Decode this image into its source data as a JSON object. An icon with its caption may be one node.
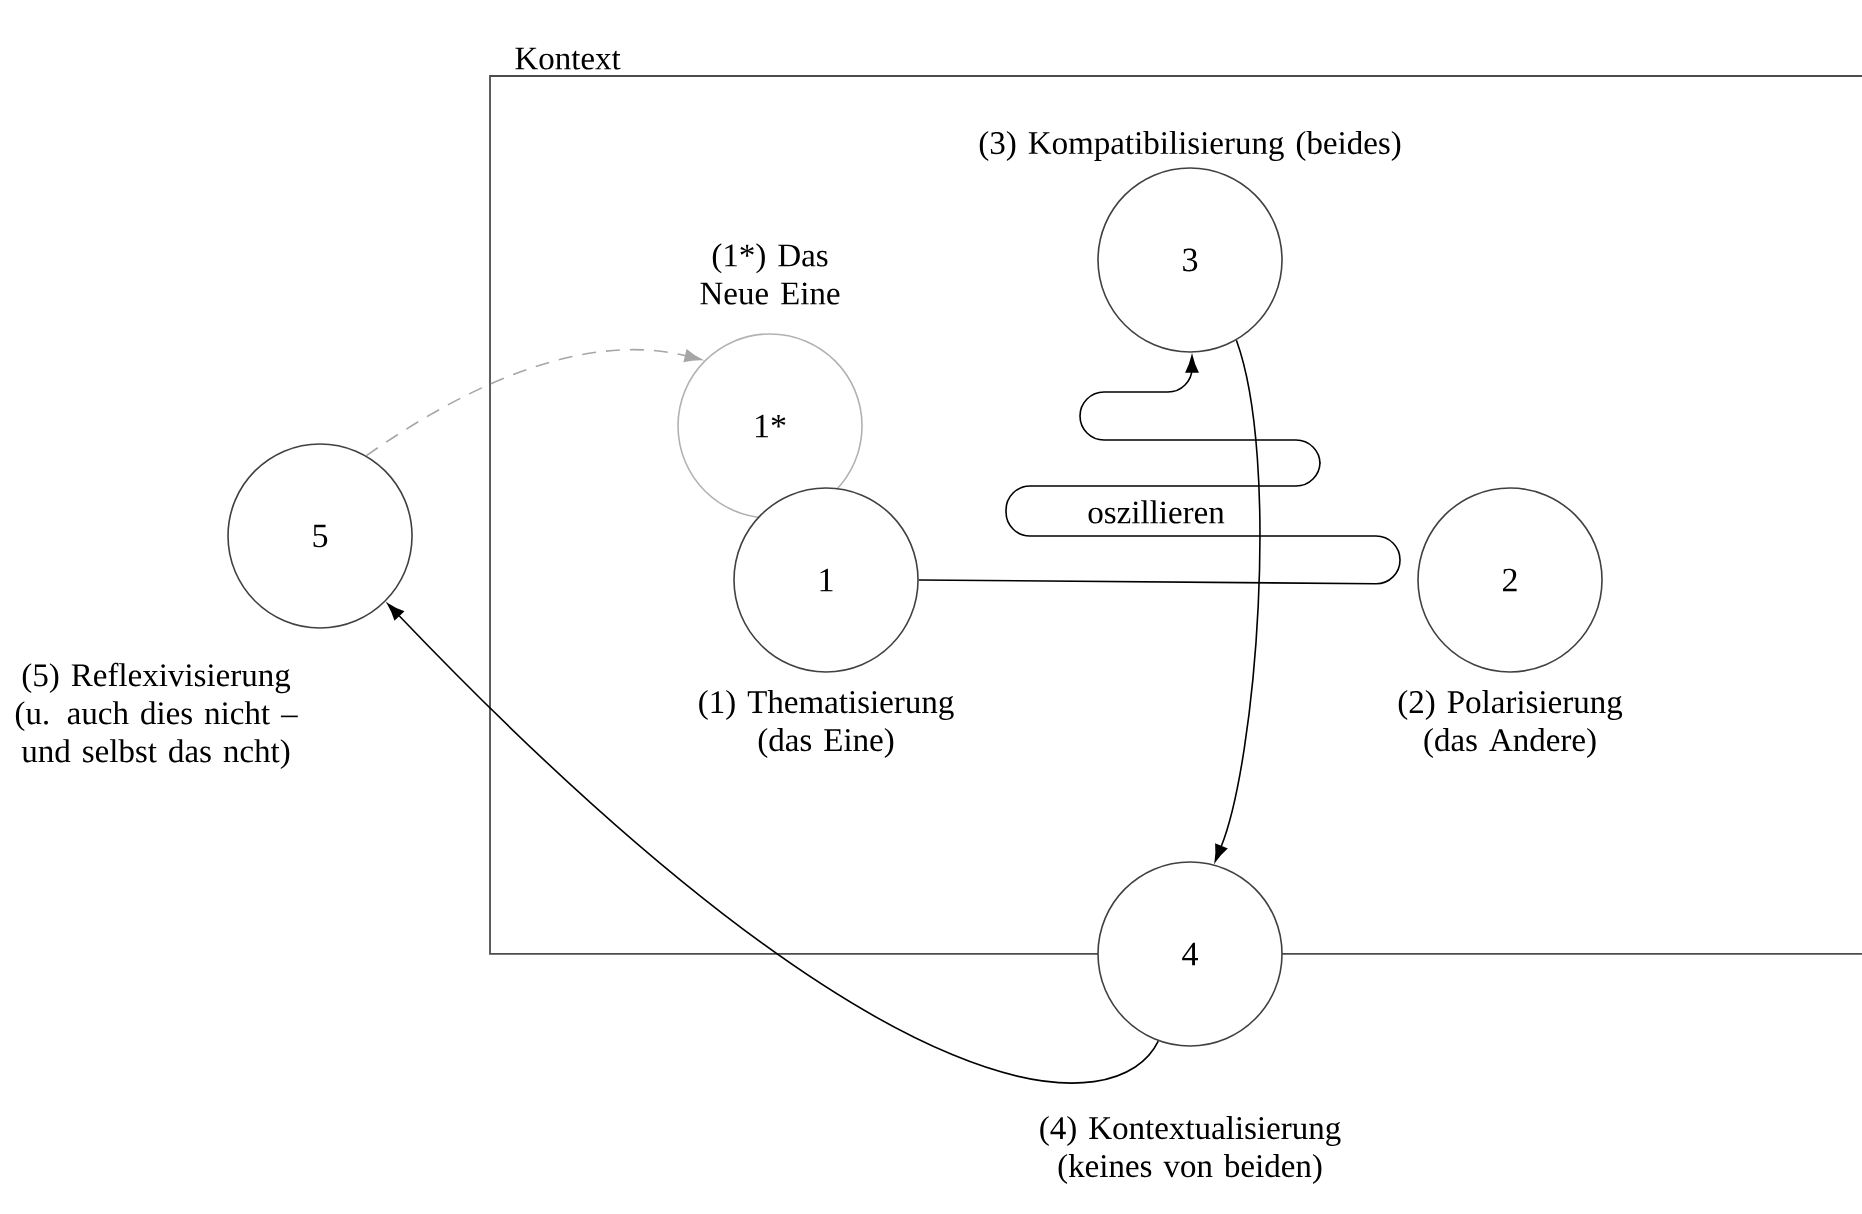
{
  "diagram": {
    "nodes": [
      {
        "text": [
          "Kontext"
        ]
      },
      {
        "text": [
          "3"
        ],
        "in": 0,
        "beside": [
          "(3) Kompatibilisierung (beides)"
        ]
      },
      {
        "text": [
          "1*"
        ],
        "in": 0,
        "beside": [
          "(1*) Das Neue Eine"
        ]
      },
      {
        "text": [
          "5"
        ],
        "beside": [
          "(5) Reflexivisierung (u. auch dies nicht – und selbst das ncht)"
        ]
      },
      {
        "text": [
          "1"
        ],
        "in": 0,
        "beside": [
          "(1) Thematisierung (das Eine)"
        ]
      },
      {
        "text": [
          "2"
        ],
        "in": 0,
        "beside": [
          "(2) Polarisierung (das Andere)"
        ]
      },
      {
        "text": [
          "4"
        ],
        "beside": [
          "(4) Kontextualisierung (keines von beiden)"
        ]
      }
    ],
    "edges": [
      {
        "from": 3,
        "to": 2,
        "arrow": "to",
        "style": "dashed",
        "color": "#a6a6a6"
      },
      {
        "from": 4,
        "to": 1,
        "arrow": "to",
        "label": "oszillieren"
      },
      {
        "from": 1,
        "to": 6,
        "arrow": "to"
      },
      {
        "from": 6,
        "to": 3,
        "arrow": "to"
      }
    ]
  }
}
